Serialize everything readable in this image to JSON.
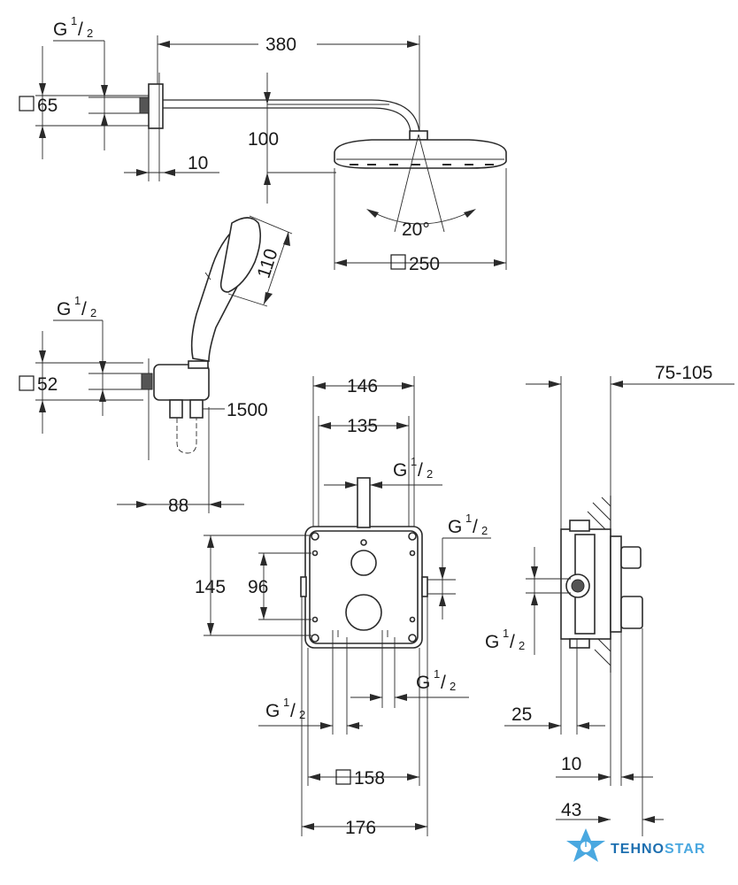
{
  "colors": {
    "line": "#2a2a2a",
    "brand_star": "#4aa8e0",
    "brand_text_dark": "#1d6fb0",
    "brand_text_light": "#4aa8e0"
  },
  "labels": {
    "g_half_1": "G",
    "g_half_1_num": "1",
    "g_half_1_den": "2",
    "sq65": "65",
    "d380": "380",
    "d100": "100",
    "d10_top": "10",
    "angle20": "20°",
    "sq250": "250",
    "d110": "110",
    "g_half_2": "G",
    "g_half_2_num": "1",
    "g_half_2_den": "2",
    "sq52": "52",
    "d1500": "1500",
    "d88": "88",
    "d146": "146",
    "d135": "135",
    "g_half_3": "G",
    "g_half_3_num": "1",
    "g_half_3_den": "2",
    "g_half_4": "G",
    "g_half_4_num": "1",
    "g_half_4_den": "2",
    "d145": "145",
    "d96": "96",
    "g_half_5": "G",
    "g_half_5_num": "1",
    "g_half_5_den": "2",
    "g_half_6": "G",
    "g_half_6_num": "1",
    "g_half_6_den": "2",
    "sq158": "158",
    "d176": "176",
    "d75_105": "75-105",
    "g_half_7": "G",
    "g_half_7_num": "1",
    "g_half_7_den": "2",
    "d25": "25",
    "d10_side": "10",
    "d43": "43"
  },
  "watermark": {
    "part1": "TEHNO",
    "part2": "STAR"
  }
}
